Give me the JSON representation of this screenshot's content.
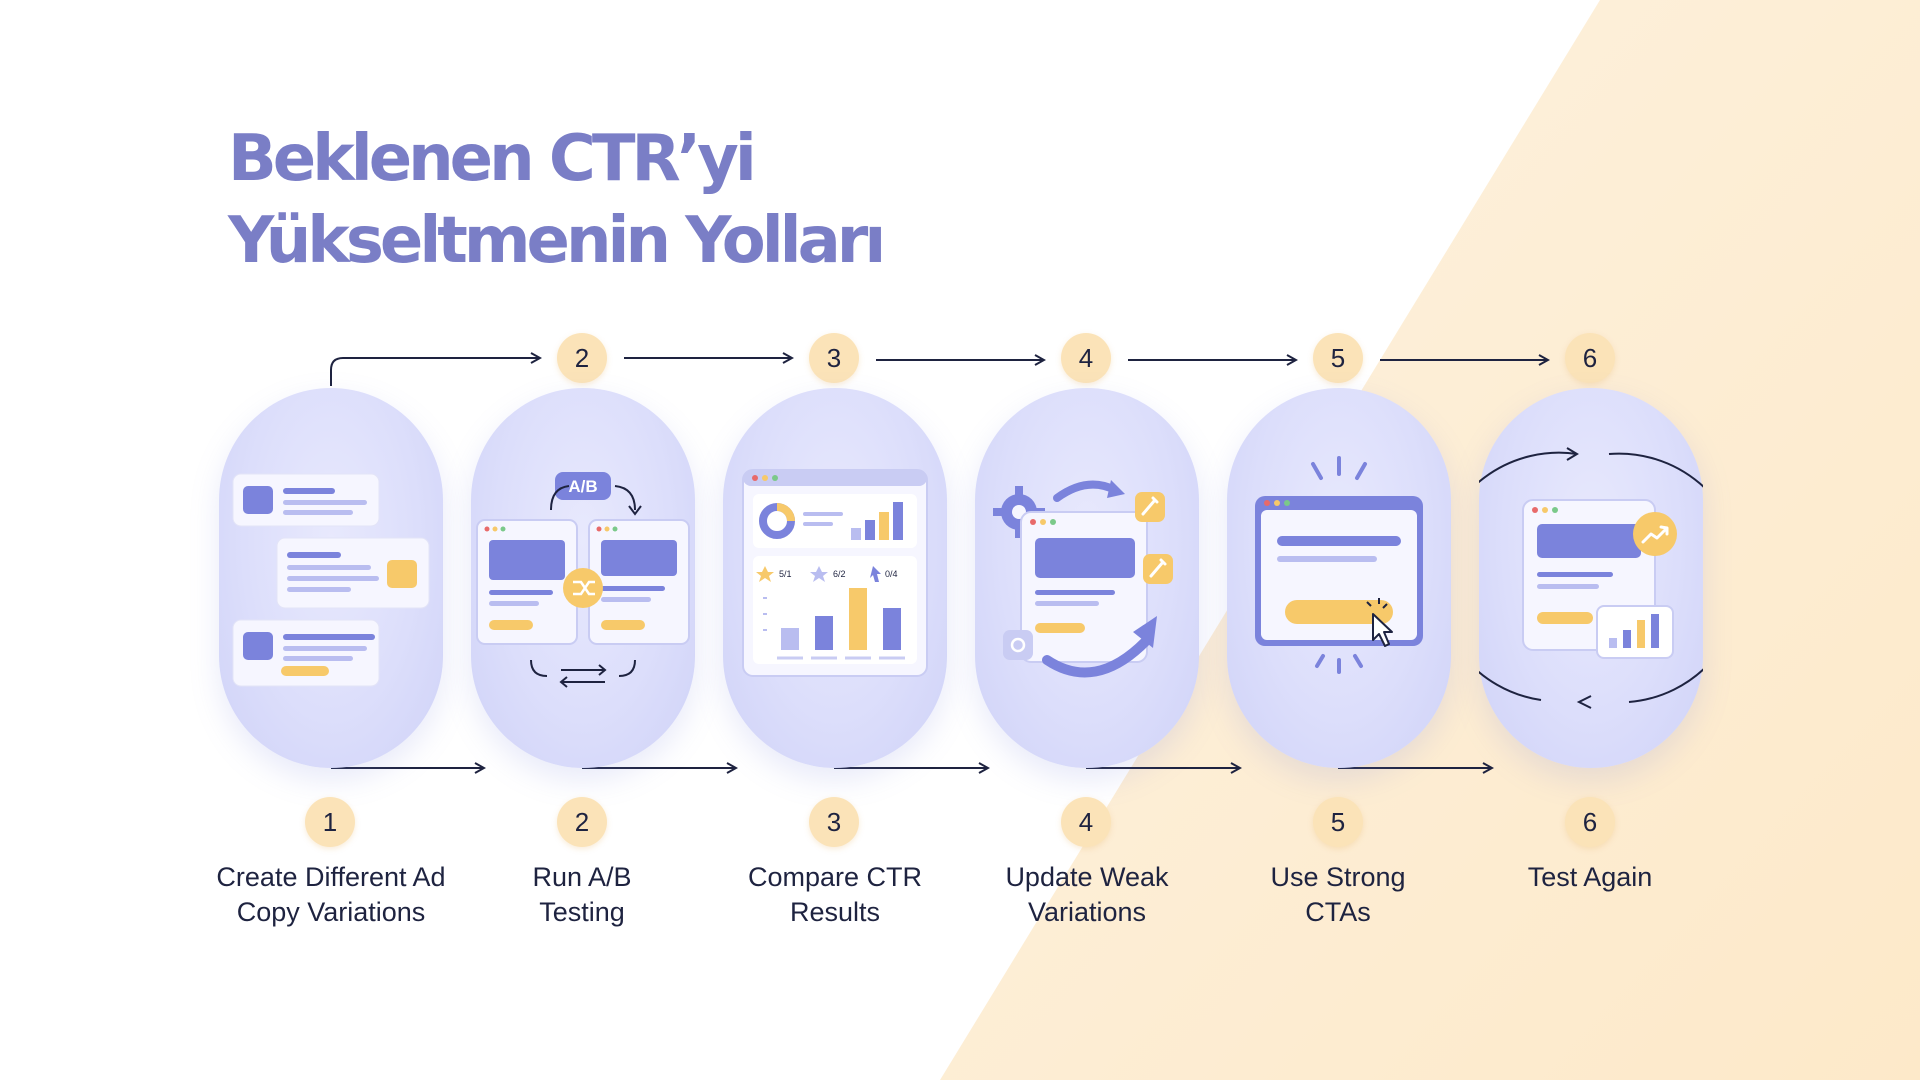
{
  "title": {
    "line1": "Beklenen CTR’yi",
    "line2": "Yükseltmenin Yolları"
  },
  "steps": [
    {
      "number": "1",
      "label": "Create Different Ad Copy Variations",
      "icon": "ad-copy-variations-icon"
    },
    {
      "number": "2",
      "label": "Run A/B Testing",
      "icon": "ab-testing-icon",
      "icon_text": "A/B"
    },
    {
      "number": "3",
      "label": "Compare CTR Results",
      "icon": "ctr-dashboard-icon",
      "icon_text": [
        "5/1",
        "6/2",
        "0/4"
      ]
    },
    {
      "number": "4",
      "label": "Update Weak Variations",
      "icon": "update-page-icon"
    },
    {
      "number": "5",
      "label": "Use Strong CTAs",
      "icon": "cta-click-icon"
    },
    {
      "number": "6",
      "label": "Test Again",
      "icon": "retest-cycle-icon"
    }
  ],
  "colors": {
    "title": "#7a7ec6",
    "pill": "#dcdefb",
    "badge": "#fbe3b8",
    "accent_blue": "#7b83dc",
    "accent_orange": "#f7c96a",
    "text": "#1e2340"
  }
}
